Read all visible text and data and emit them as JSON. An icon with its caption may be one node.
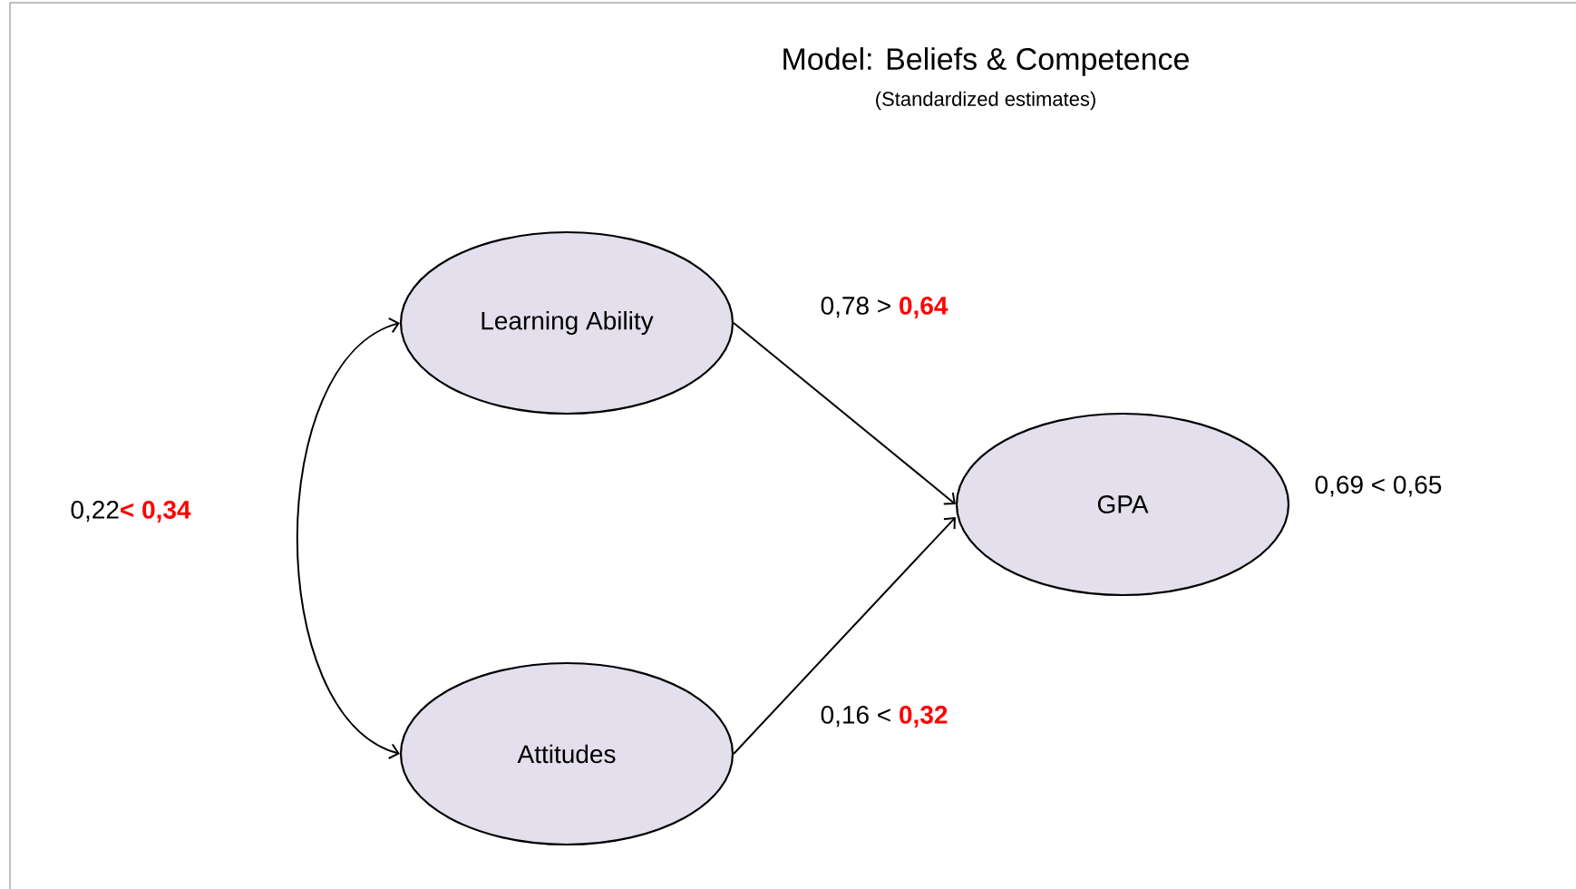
{
  "diagram": {
    "title": "Model: Beliefs & Competence",
    "caption": "(Standardized estimates)",
    "nodes": [
      {
        "text": [
          "Learning Ability"
        ]
      },
      {
        "text": [
          "Attitudes"
        ]
      },
      {
        "text": [
          "GPA"
        ],
        "beside": [
          "0,69 < 0,65"
        ]
      }
    ],
    "edges": [
      {
        "from": 0,
        "to": 2,
        "arrow": "to",
        "label": "0,78 > **0,64**"
      },
      {
        "from": 1,
        "to": 2,
        "arrow": "to",
        "label": "0,16 < **0,32**"
      },
      {
        "from": 0,
        "to": 1,
        "arrow": "both",
        "label": "0,22**< 0,34**"
      }
    ]
  }
}
